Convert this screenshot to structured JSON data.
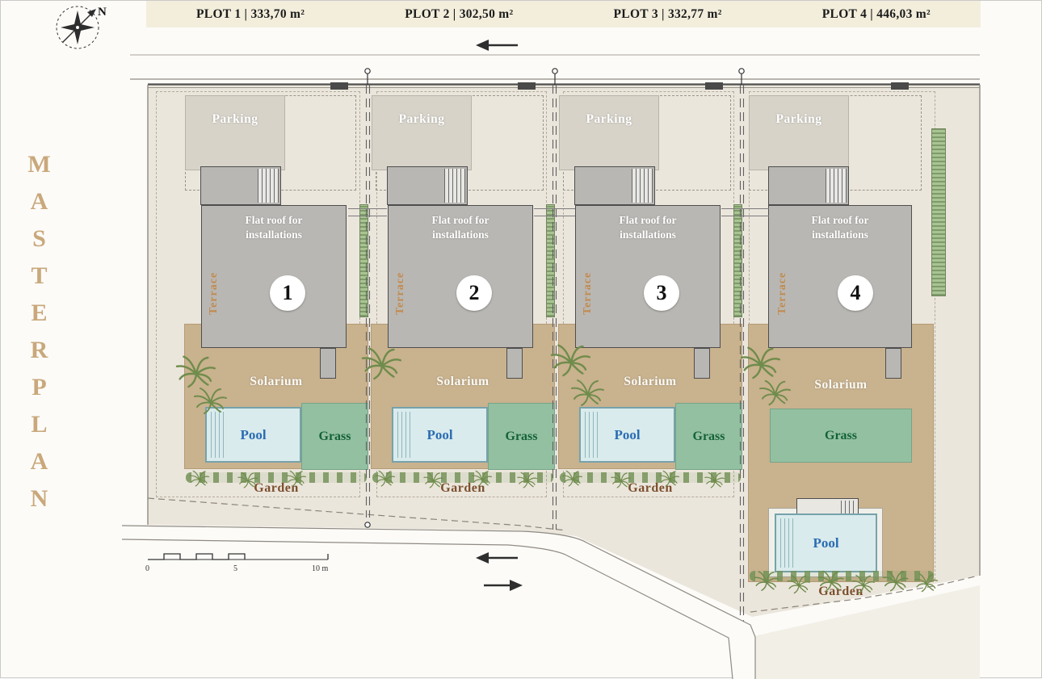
{
  "header": {
    "plot_labels": [
      "PLOT 1 | 333,70 m²",
      "PLOT 2 | 302,50 m²",
      "PLOT 3 | 332,77 m²",
      "PLOT 4 | 446,03 m²"
    ]
  },
  "sidebar": {
    "title": "MASTERPLAN"
  },
  "compass": {
    "north_label": "N"
  },
  "labels": {
    "parking": "Parking",
    "flat_roof": "Flat roof for installations",
    "terrace": "Terrace",
    "solarium": "Solarium",
    "pool": "Pool",
    "grass": "Grass",
    "garden": "Garden"
  },
  "plots": [
    {
      "number": "1"
    },
    {
      "number": "2"
    },
    {
      "number": "3"
    },
    {
      "number": "4"
    }
  ],
  "scale_bar": {
    "zero": "0",
    "five": "5",
    "ten": "10 m"
  },
  "colors": {
    "plan_bg": "#ebe6dc",
    "header_bg": "#f3eedc",
    "building": "#b9b7b3",
    "solarium": "#c9b28e",
    "pool_fill": "#d9ebec",
    "pool_text": "#2a6cb3",
    "grass_fill": "#93c0a1",
    "grass_text": "#156238",
    "garden_text": "#7b4f2e",
    "terrace_text": "#c18a4e",
    "masterplan_text": "#c9a87b"
  }
}
